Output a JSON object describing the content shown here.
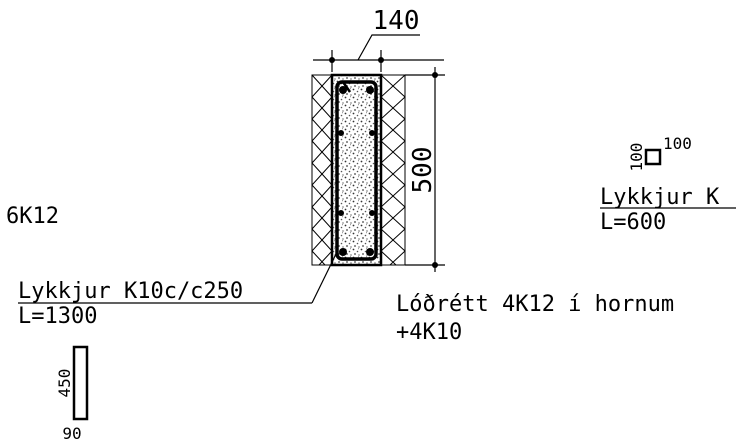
{
  "section": {
    "width_label": "140",
    "height_label": "500"
  },
  "labels": {
    "top_bars": "6K12",
    "stirrup_main": "Lykkjur K10c/c250",
    "stirrup_main_length": "L=1300",
    "vertical_rebar_line1": "Lóðrétt 4K12 í hornum",
    "vertical_rebar_line2": "+4K10",
    "small_stirrup": "Lykkjur K",
    "small_stirrup_length": "L=600"
  },
  "stirrup_detail_large": {
    "height_label": "450",
    "width_label": "90"
  },
  "stirrup_detail_small": {
    "height_label": "100",
    "width_label": "100"
  }
}
